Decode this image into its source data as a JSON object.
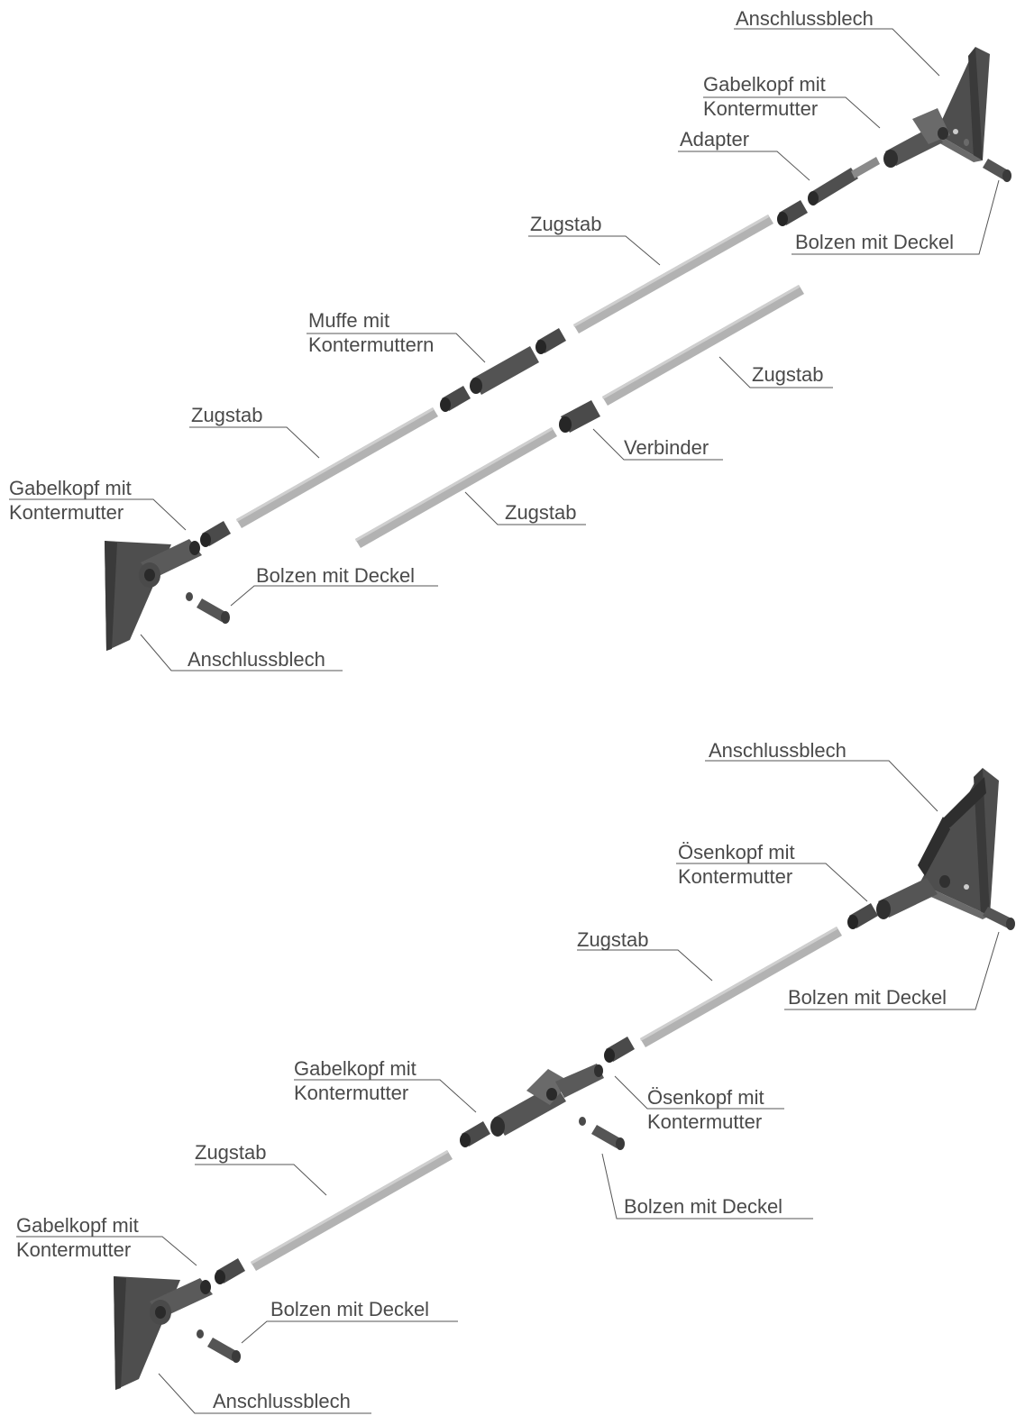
{
  "colors": {
    "rod": "#b2b2b2",
    "rod_dark": "#9a9a9a",
    "rod_thread": "#c4c4c4",
    "part": "#5a5a5a",
    "part_dark": "#3a3a3a",
    "part_light": "#7a7a7a",
    "leader": "#555555",
    "text": "#4a4a4a"
  },
  "diagram_top": {
    "labels": {
      "anschlussblech_right": "Anschlussblech",
      "gabelkopf_right": "Gabelkopf mit\nKontermutter",
      "adapter": "Adapter",
      "zugstab_upper": "Zugstab",
      "bolzen_right": "Bolzen mit Deckel",
      "muffe": "Muffe mit\nKontermuttern",
      "zugstab_lower_right": "Zugstab",
      "zugstab_left": "Zugstab",
      "verbinder": "Verbinder",
      "gabelkopf_left": "Gabelkopf mit\nKontermutter",
      "zugstab_lower_mid": "Zugstab",
      "bolzen_left": "Bolzen mit Deckel",
      "anschlussblech_left": "Anschlussblech"
    }
  },
  "diagram_bottom": {
    "labels": {
      "anschlussblech_right": "Anschlussblech",
      "oesenkopf_right": "Ösenkopf mit\nKontermutter",
      "zugstab_upper": "Zugstab",
      "bolzen_right": "Bolzen mit Deckel",
      "gabelkopf_mid": "Gabelkopf mit\nKontermutter",
      "oesenkopf_mid": "Ösenkopf mit\nKontermutter",
      "zugstab_left": "Zugstab",
      "bolzen_mid": "Bolzen mit Deckel",
      "gabelkopf_left": "Gabelkopf mit\nKontermutter",
      "bolzen_left": "Bolzen mit Deckel",
      "anschlussblech_left": "Anschlussblech"
    }
  }
}
